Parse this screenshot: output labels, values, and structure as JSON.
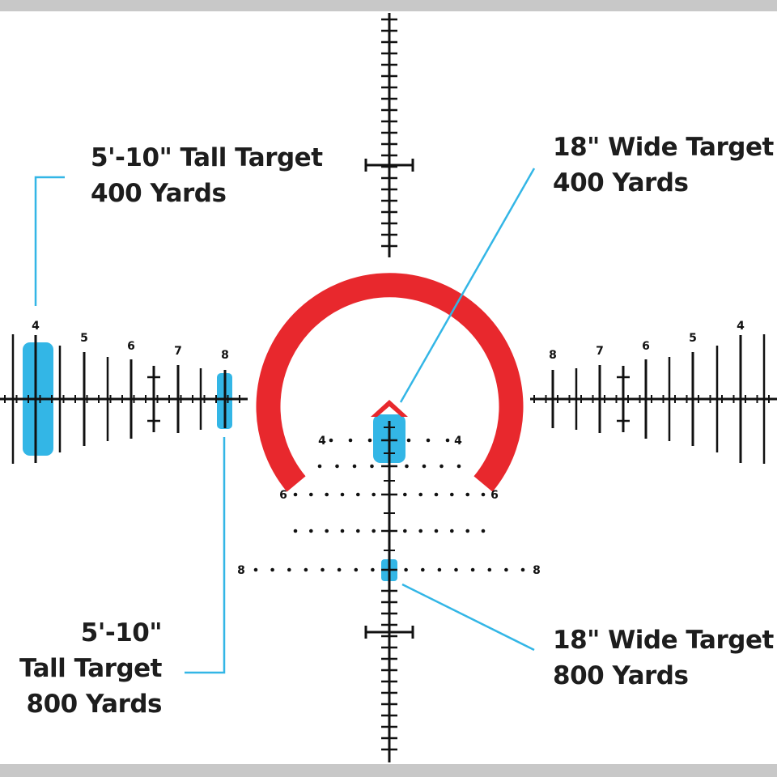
{
  "colors": {
    "background": "#ffffff",
    "reticle": "#111111",
    "horseshoe": "#e8282d",
    "chevron": "#e8282d",
    "target_fill": "#33b6e6",
    "leader_line": "#33b6e6",
    "border": "#c8c8c8"
  },
  "annotations": {
    "tall_400": {
      "line1": "5'-10\" Tall Target",
      "line2": "400 Yards"
    },
    "wide_400": {
      "line1": "18\" Wide Target",
      "line2": "400 Yards"
    },
    "tall_800": {
      "line1": "5'-10\"",
      "line2": "Tall Target",
      "line3": "800 Yards"
    },
    "wide_800": {
      "line1": "18\" Wide Target",
      "line2": "800 Yards"
    }
  },
  "stadia": {
    "left": [
      {
        "label": "4",
        "half_height": 79
      },
      {
        "label": "5",
        "half_height": 58
      },
      {
        "label": "6",
        "half_height": 49
      },
      {
        "label": "7",
        "half_height": 42
      },
      {
        "label": "8",
        "half_height": 36
      }
    ],
    "right": [
      {
        "label": "8",
        "half_height": 36
      },
      {
        "label": "7",
        "half_height": 42
      },
      {
        "label": "6",
        "half_height": 49
      },
      {
        "label": "5",
        "half_height": 58
      },
      {
        "label": "4",
        "half_height": 79
      }
    ]
  },
  "bdc_rows": [
    {
      "label": "4",
      "dot_count": 6
    },
    {
      "label": "",
      "dot_count": 8
    },
    {
      "label": "6",
      "dot_count": 12
    },
    {
      "label": "",
      "dot_count": 12
    },
    {
      "label": "8",
      "dot_count": 16
    }
  ]
}
